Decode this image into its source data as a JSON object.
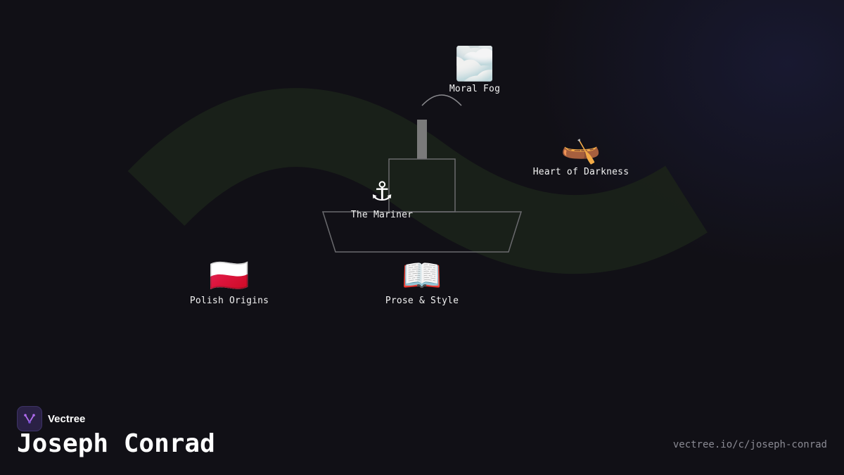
{
  "brand": {
    "name": "Vectree"
  },
  "title": "Joseph Conrad",
  "url": "vectree.io/c/joseph-conrad",
  "colors": {
    "background": "#111016",
    "wave": "#1a2219",
    "ship_stroke": "#6a6a6e",
    "funnel": "#7a7a7a",
    "logo_accent": "#b06cf0"
  },
  "nodes": [
    {
      "id": "moral-fog",
      "emoji": "🌫️",
      "icon": "fog-icon",
      "label": "Moral Fog"
    },
    {
      "id": "heart-of-darkness",
      "emoji": "🛶",
      "icon": "canoe-icon",
      "label": "Heart of Darkness"
    },
    {
      "id": "the-mariner",
      "emoji": "⚓",
      "icon": "anchor-icon",
      "label": "The Mariner"
    },
    {
      "id": "polish-origins",
      "emoji": "🇵🇱",
      "icon": "poland-flag-icon",
      "label": "Polish Origins"
    },
    {
      "id": "prose-style",
      "emoji": "📖",
      "icon": "open-book-icon",
      "label": "Prose & Style"
    }
  ]
}
